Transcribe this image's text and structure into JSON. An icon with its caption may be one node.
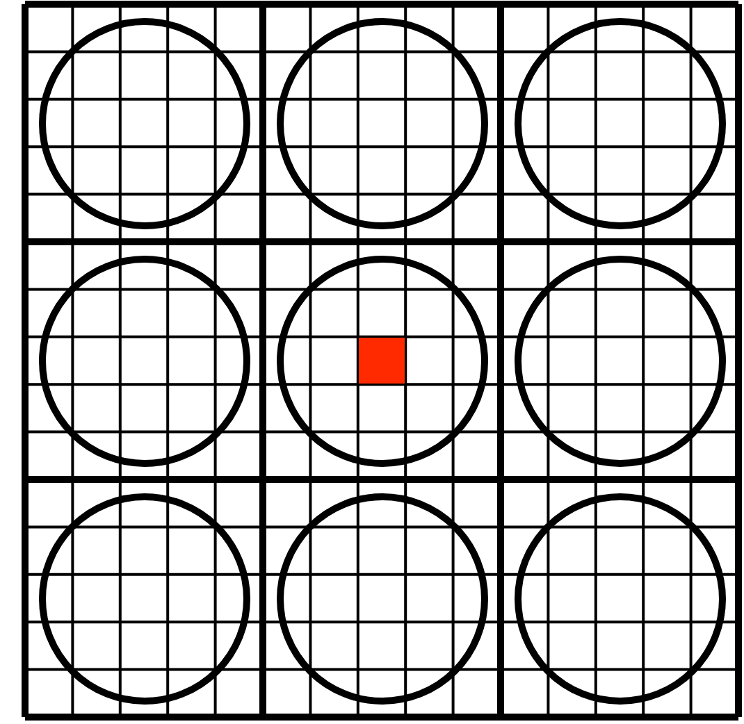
{
  "diagram": {
    "nodes": [
      {
        "text": [],
        "shape": "circle"
      },
      {
        "text": [],
        "shape": "circle"
      },
      {
        "text": [],
        "shape": "circle"
      },
      {
        "text": [],
        "shape": "circle"
      },
      {
        "text": [],
        "shape": "circle"
      },
      {
        "text": [],
        "shape": "circle"
      },
      {
        "text": [],
        "shape": "circle"
      },
      {
        "text": [],
        "shape": "circle"
      },
      {
        "text": [],
        "shape": "circle"
      },
      {
        "text": [],
        "shape": "box",
        "in": 4
      }
    ]
  }
}
